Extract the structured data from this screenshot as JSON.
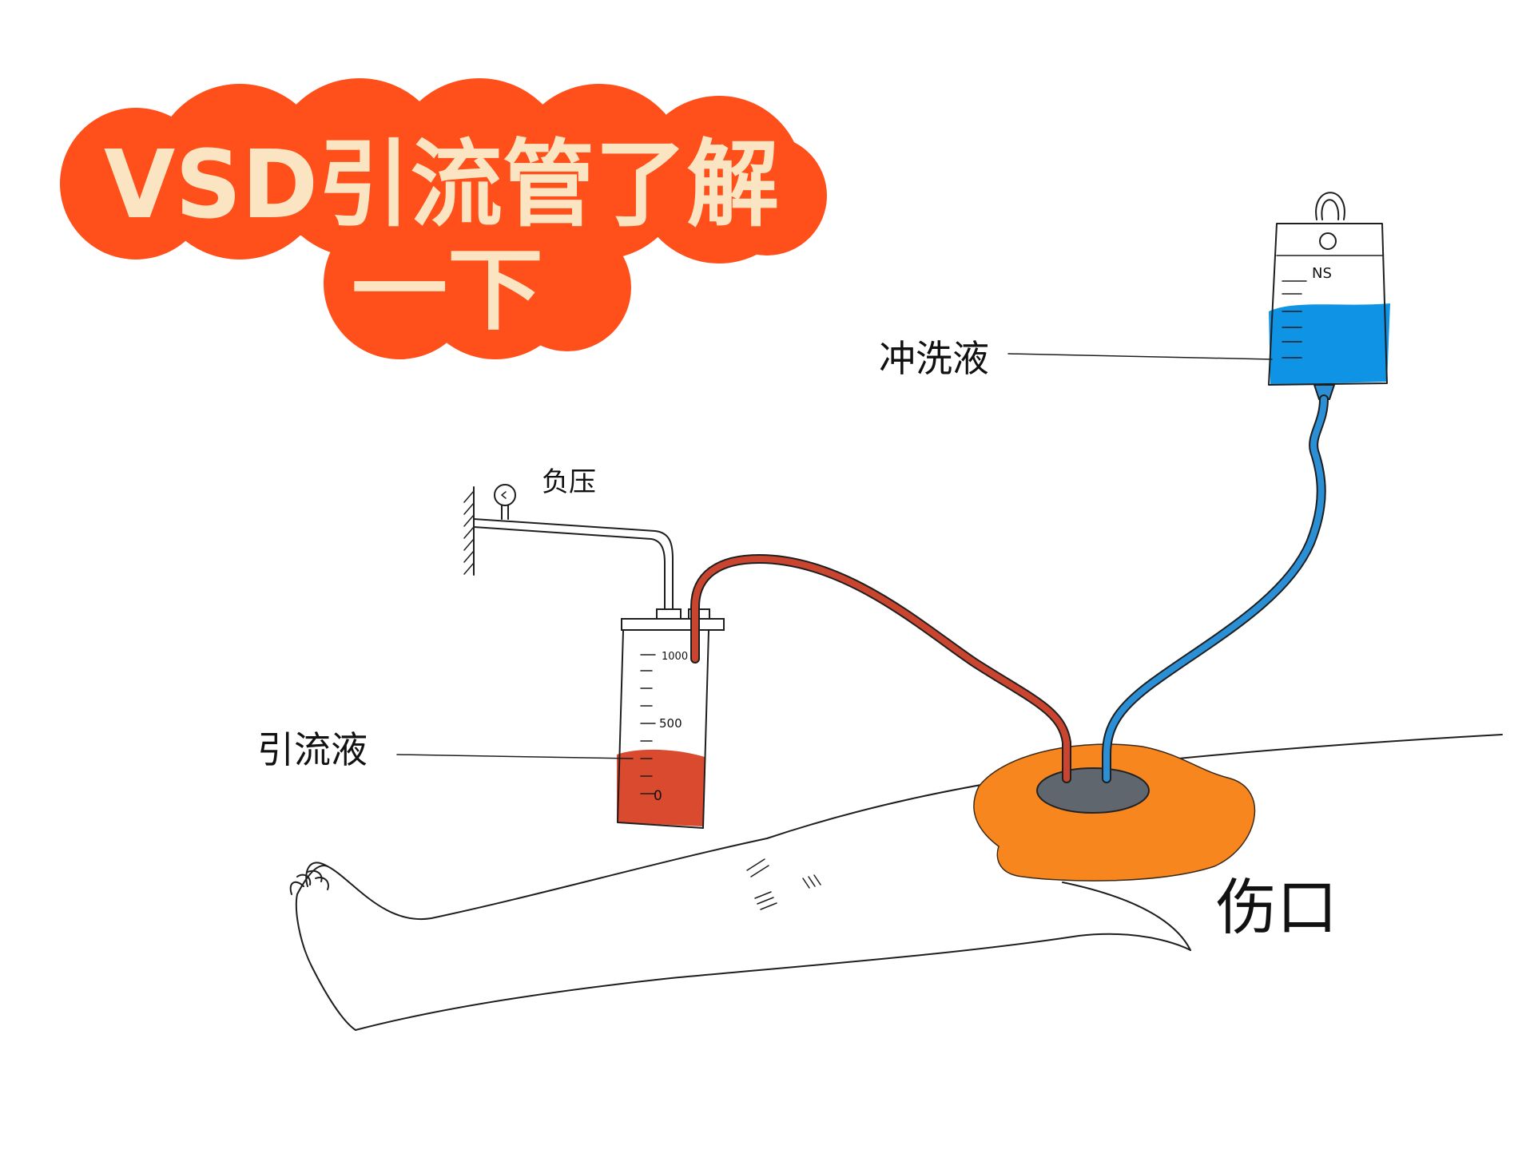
{
  "title": {
    "line1": "VSD引流管了解",
    "line2": "一下"
  },
  "labels": {
    "irrigation_fluid": "冲洗液",
    "negative_pressure": "负压",
    "drainage_fluid": "引流液",
    "wound": "伤口",
    "bag_tag": "NS"
  },
  "jar_scale": {
    "top": "1000",
    "middle": "500",
    "bottom": "0"
  },
  "colors": {
    "title_blob": "#ff4f1a",
    "title_text": "#fbe4c2",
    "irrigation_blue": "#0f93e4",
    "tube_blue": "#2b8fd6",
    "drainage_red": "#d94a2f",
    "tube_red": "#c9452f",
    "wound_orange": "#f7861f",
    "sponge_gray": "#5f666e"
  }
}
